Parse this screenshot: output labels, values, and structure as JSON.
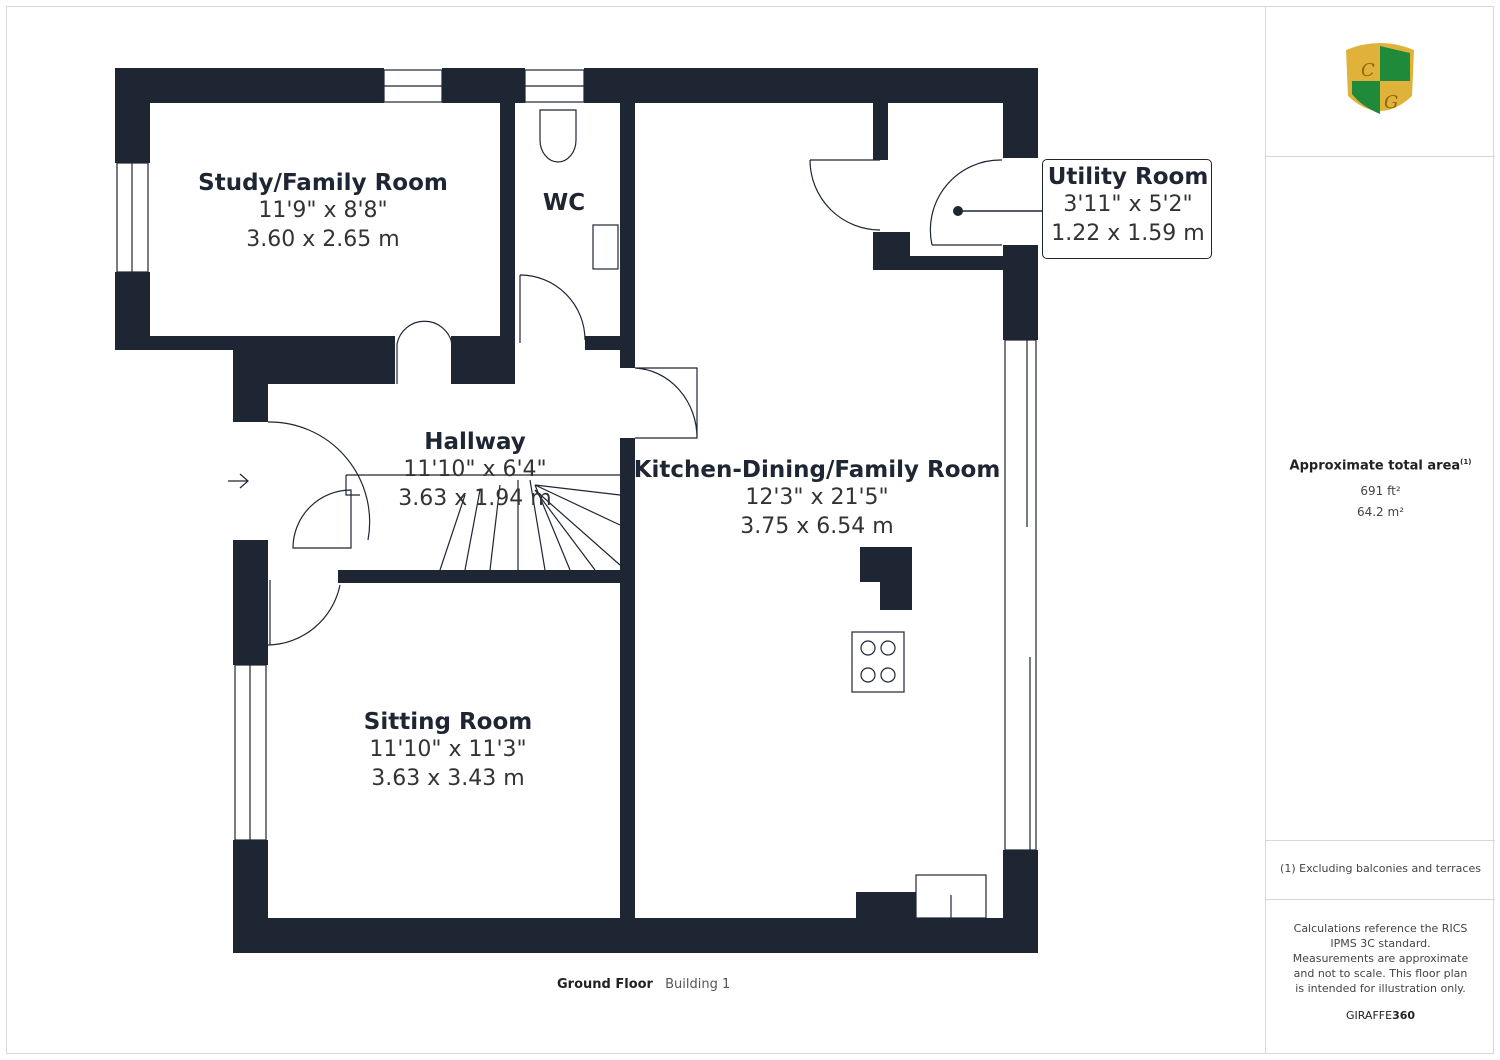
{
  "rooms": {
    "study": {
      "name": "Study/Family Room",
      "imperial": "11'9\" x 8'8\"",
      "metric": "3.60 x 2.65 m"
    },
    "wc": {
      "name": "WC"
    },
    "utility": {
      "name": "Utility Room",
      "imperial": "3'11\" x 5'2\"",
      "metric": "1.22 x 1.59 m"
    },
    "hallway": {
      "name": "Hallway",
      "imperial": "11'10\" x 6'4\"",
      "metric": "3.63 x 1.94 m"
    },
    "kitchen": {
      "name": "Kitchen-Dining/Family Room",
      "imperial": "12'3\" x 21'5\"",
      "metric": "3.75 x 6.54 m"
    },
    "sitting": {
      "name": "Sitting  Room",
      "imperial": "11'10\" x 11'3\"",
      "metric": "3.63 x 3.43 m"
    }
  },
  "floor": {
    "label": "Ground Floor",
    "building": "Building 1"
  },
  "side": {
    "logo_text": "CG",
    "area_title": "Approximate total area",
    "area_note_mark": "(1)",
    "area_ft": "691 ft²",
    "area_m": "64.2 m²",
    "footnote": "(1) Excluding balconies and terraces",
    "disclaimer": "Calculations reference the RICS IPMS 3C standard. Measurements are approximate and not to scale. This floor plan is intended for illustration only.",
    "brand": "GIRAFFE",
    "brand_bold": "360"
  },
  "colors": {
    "wall": "#1e2533",
    "logo_green": "#1f8a3a",
    "logo_gold": "#e0b23a"
  }
}
